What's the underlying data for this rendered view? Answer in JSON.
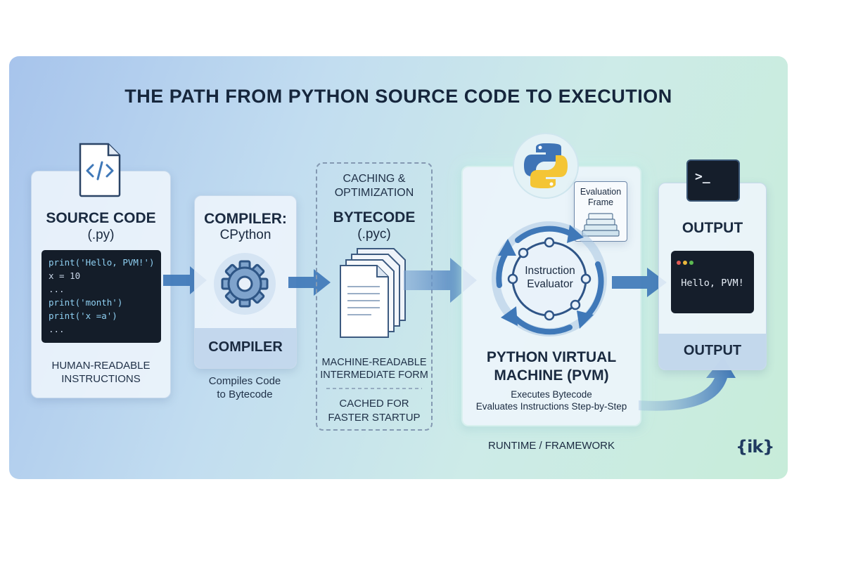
{
  "title": "THE PATH FROM PYTHON SOURCE CODE TO EXECUTION",
  "source": {
    "title": "SOURCE CODE",
    "ext": "(.py)",
    "code_lines": [
      "print('Hello, PVM!')",
      "x = 10",
      "...",
      "print('month')",
      "print('x =a')",
      "..."
    ],
    "caption_1": "HUMAN-READABLE",
    "caption_2": "INSTRUCTIONS"
  },
  "compiler": {
    "title": "COMPILER:",
    "subtitle": "CPython",
    "band_label": "COMPILER",
    "caption_1": "Compiles Code",
    "caption_2": "to Bytecode"
  },
  "bytecode": {
    "top_1": "CACHING &",
    "top_2": "OPTIMIZATION",
    "title": "BYTECODE",
    "ext": "(.pyc)",
    "caption_1": "MACHINE-READABLE",
    "caption_2": "INTERMEDIATE FORM",
    "cache_1": "CACHED FOR",
    "cache_2": "FASTER STARTUP"
  },
  "pvm": {
    "frame_1": "Evaluation",
    "frame_2": "Frame",
    "center_1": "Instruction",
    "center_2": "Evaluator",
    "title_1": "PYTHON VIRTUAL",
    "title_2": "MACHINE (PVM)",
    "caption_1": "Executes Bytecode",
    "caption_2": "Evaluates Instructions Step-by-Step",
    "runtime": "RUNTIME / FRAMEWORK"
  },
  "output": {
    "title": "OUTPUT",
    "terminal_text": "Hello, PVM!",
    "band_label": "OUTPUT",
    "prompt": ">_"
  },
  "logo": "{ik}",
  "colors": {
    "arrow": "#3f78b8",
    "dark": "#16263c",
    "python_blue": "#3f74b6",
    "python_yellow": "#f4c535"
  }
}
